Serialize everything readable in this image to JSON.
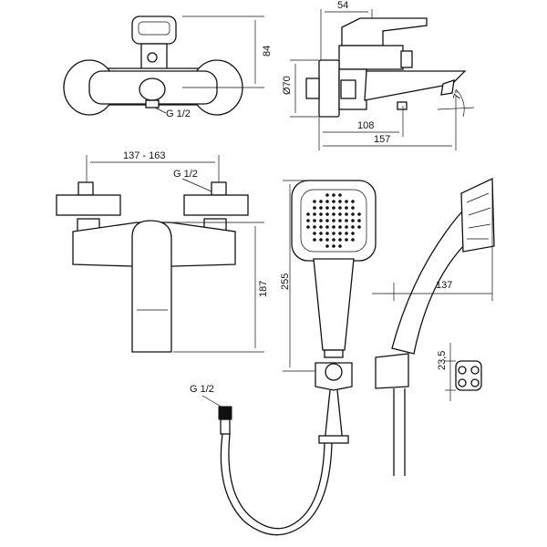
{
  "labels": {
    "top_height": "84",
    "side_width": "54",
    "side_diameter": "Ø70",
    "side_angle": "7°",
    "side_inner_length": "108",
    "side_total_length": "157",
    "top_thread": "G 1/2",
    "front_spread": "137 - 163",
    "front_thread": "G 1/2",
    "front_height": "187",
    "handshower_length": "255",
    "handshower_side_width": "137",
    "holder_width": "23,5",
    "hose_thread": "G 1/2"
  },
  "colors": {
    "line": "#111111",
    "background": "#ffffff"
  }
}
